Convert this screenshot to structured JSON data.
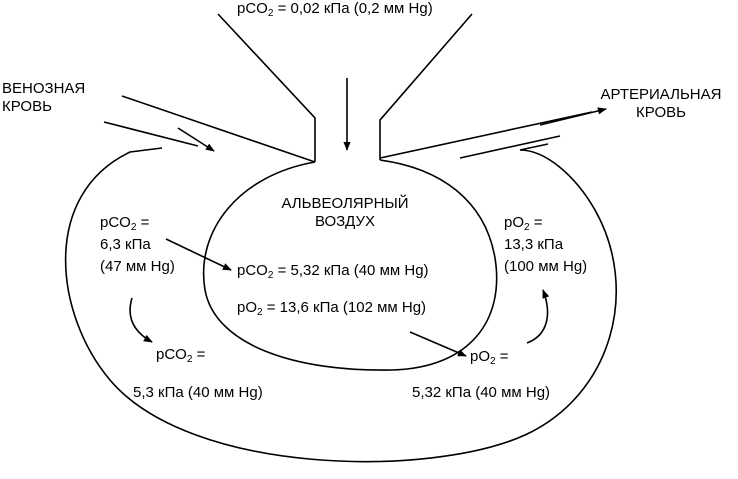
{
  "inflow": {
    "prefix": "pCO",
    "sub": "2",
    "suffix": " = 0,02 кПа (0,2 мм Hg)"
  },
  "venous": {
    "line1": "ВЕНОЗНАЯ",
    "line2": "КРОВЬ"
  },
  "arterial": {
    "line1": "АРТЕРИАЛЬНАЯ",
    "line2": "КРОВЬ"
  },
  "alveolar": {
    "title1": "АЛЬВЕОЛЯРНЫЙ",
    "title2": "ВОЗДУХ",
    "co2": {
      "prefix": "pCO",
      "sub": "2",
      "suffix": " = 5,32 кПа (40 мм Hg)"
    },
    "o2": {
      "prefix": "pO",
      "sub": "2",
      "suffix": " = 13,6 кПа (102 мм Hg)"
    }
  },
  "venous_blood": {
    "prefix": "pCO",
    "sub": "2",
    "suffix": " =",
    "line2": "6,3 кПа",
    "line3": "(47 мм Hg)"
  },
  "venous_equilibrated": {
    "prefix": "pCO",
    "sub": "2",
    "suffix": " =",
    "line2": "5,3 кПа (40 мм Hg)"
  },
  "arterial_blood": {
    "prefix": "pO",
    "sub": "2",
    "suffix": " =",
    "line2": "13,3 кПа",
    "line3": "(100 мм Hg)"
  },
  "arterial_equilibrated": {
    "prefix": "pO",
    "sub": "2",
    "suffix": " =",
    "line2": "5,32 кПа (40 мм Hg)"
  },
  "colors": {
    "ink": "#000000",
    "background": "#ffffff"
  }
}
